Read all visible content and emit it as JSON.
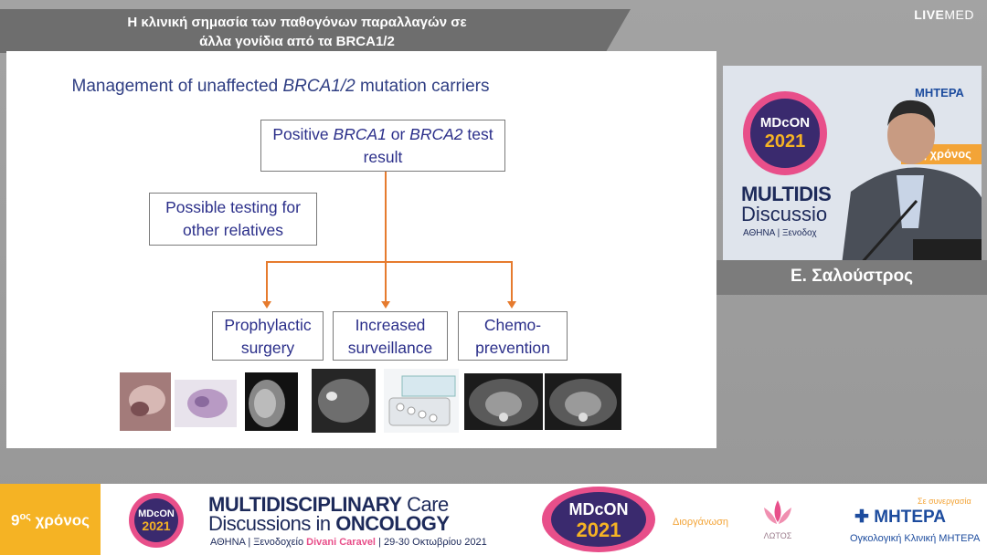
{
  "header": {
    "title_line1": "Η κλινική σημασία των παθογόνων παραλλαγών σε",
    "title_line2": "άλλα γονίδια από τα BRCA1/2",
    "brand_live": "LIVE",
    "brand_med": "MED"
  },
  "slide": {
    "title_pre": "Management of unaffected ",
    "title_gene": "BRCA1/2",
    "title_post": " mutation carriers",
    "root_pre": "Positive ",
    "root_g1": "BRCA1",
    "root_mid": " or ",
    "root_g2": "BRCA2",
    "root_post": " test",
    "root_line2": "result",
    "side_line1": "Possible testing for",
    "side_line2": "other relatives",
    "leaf1_line1": "Prophylactic",
    "leaf1_line2": "surgery",
    "leaf2_line1": "Increased",
    "leaf2_line2": "surveillance",
    "leaf3_line1": "Chemo-",
    "leaf3_line2": "prevention",
    "accent_color": "#e67b2e",
    "text_color": "#2b2f8a"
  },
  "speaker": {
    "name": "Ε. Σαλούστρος",
    "cam_badge_top": "MDcON",
    "cam_badge_year": "2021",
    "cam_multi": "MULTIDIS",
    "cam_disc": "Discussio",
    "cam_athina": "ΑΘΗΝΑ | Ξενοδοχ",
    "cam_mitera": "ΜΗΤΕΡΑ",
    "cam_year_badge": "9ος χρόνος"
  },
  "banner": {
    "years_num": "9",
    "years_sup": "ος",
    "years_word": " χρόνος",
    "logo_top": "MDcON",
    "logo_year": "2021",
    "multi_bold": "MULTIDISCIPLINARY",
    "multi_light": " Care",
    "disc_light": "Discussions in ",
    "disc_bold": "ONCOLOGY",
    "athina_pre": "ΑΘΗΝΑ | Ξενοδοχείο ",
    "athina_hotel": "Divani Caravel",
    "athina_post": " | 29-30 Οκτωβρίου 2021",
    "logo2_top": "MDcON",
    "logo2_year": "2021",
    "organizer": "Διοργάνωση",
    "lotos": "ΛΩΤΟΣ",
    "collab": "Σε συνεργασία",
    "mitera": "ΜΗΤΕΡΑ",
    "oncology_clinic": "Ογκολογική Κλινική ΜΗΤΕΡΑ"
  }
}
